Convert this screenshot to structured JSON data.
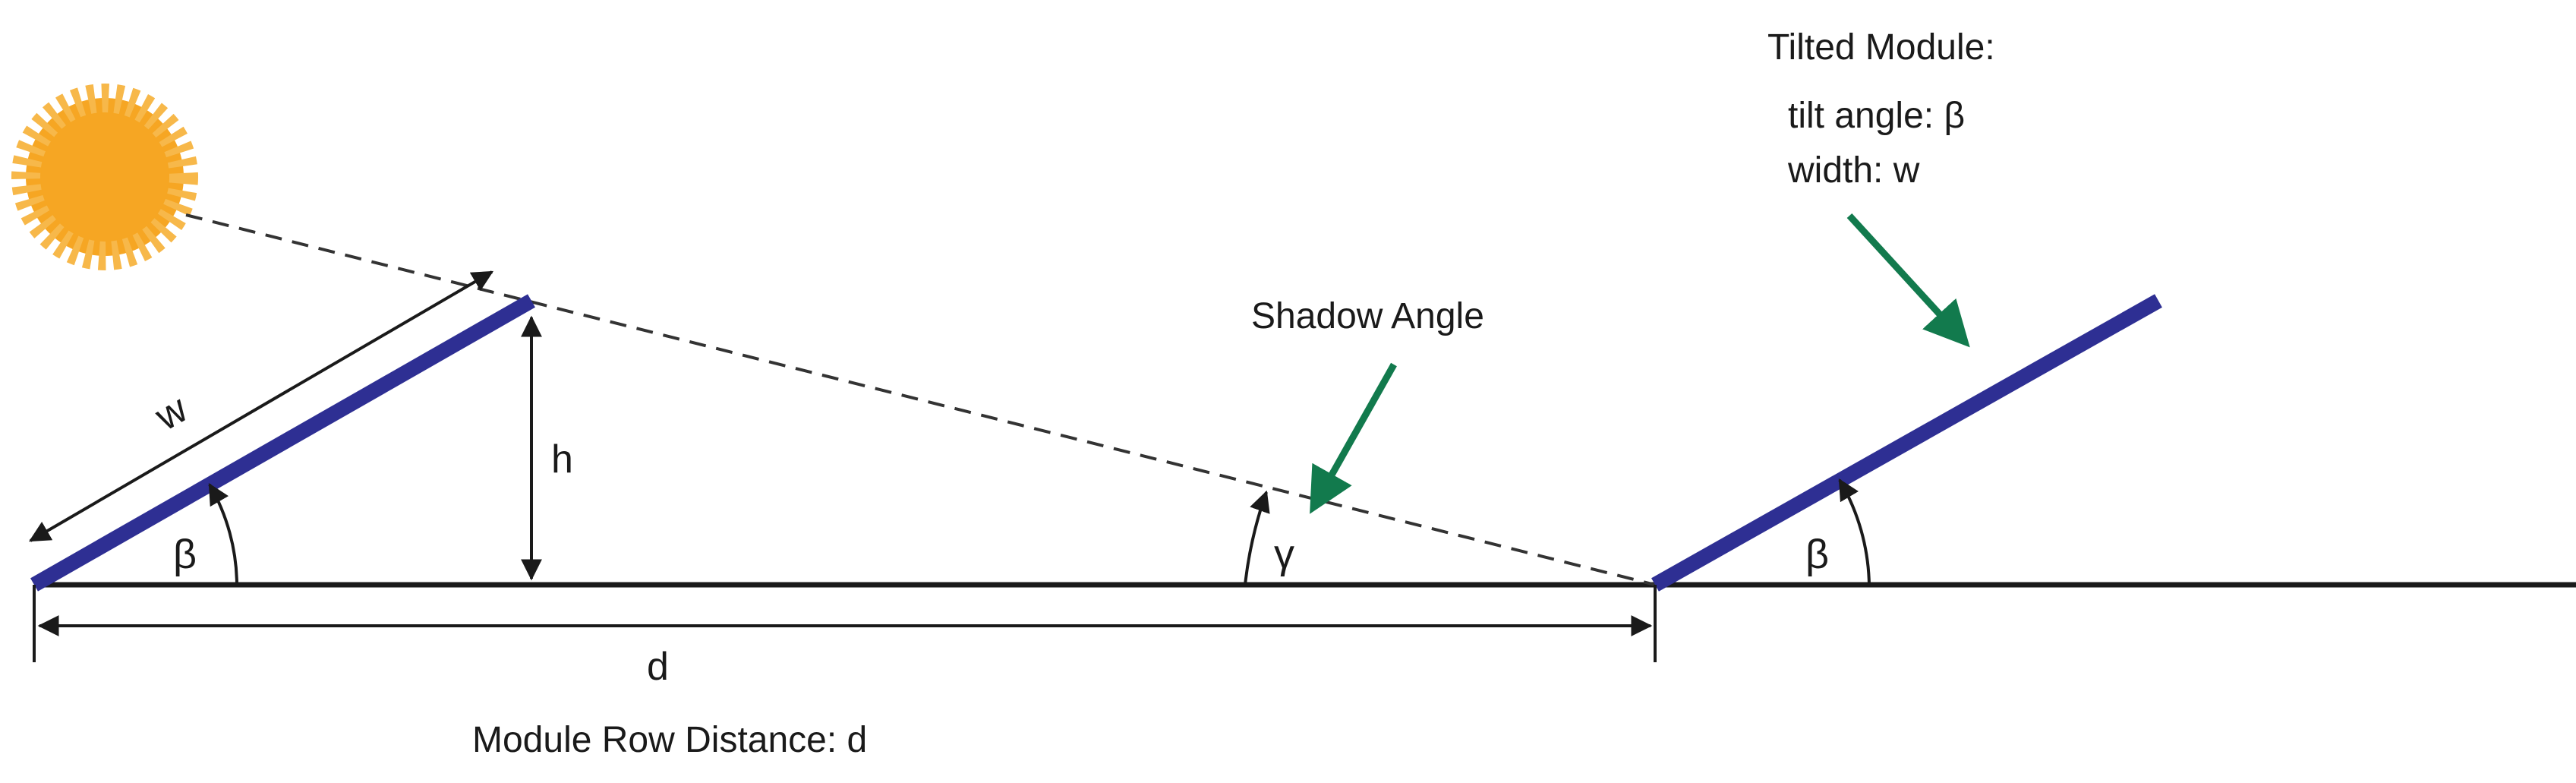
{
  "labels": {
    "w": "w",
    "h": "h",
    "beta_left": "β",
    "beta_right": "β",
    "gamma": "γ",
    "d": "d",
    "shadow_angle": "Shadow Angle",
    "row_distance": "Module Row Distance: d",
    "tilted_module_title": "Tilted Module:",
    "tilted_module_tilt": "tilt angle: β",
    "tilted_module_width": "width: w"
  },
  "icons": {
    "sun": "sun-icon"
  },
  "colors": {
    "module": "#2e2f93",
    "pointer_arrow": "#127a4d",
    "sun": "#f6a623",
    "line": "#1a1a1a",
    "shadow_ray": "#333333"
  }
}
